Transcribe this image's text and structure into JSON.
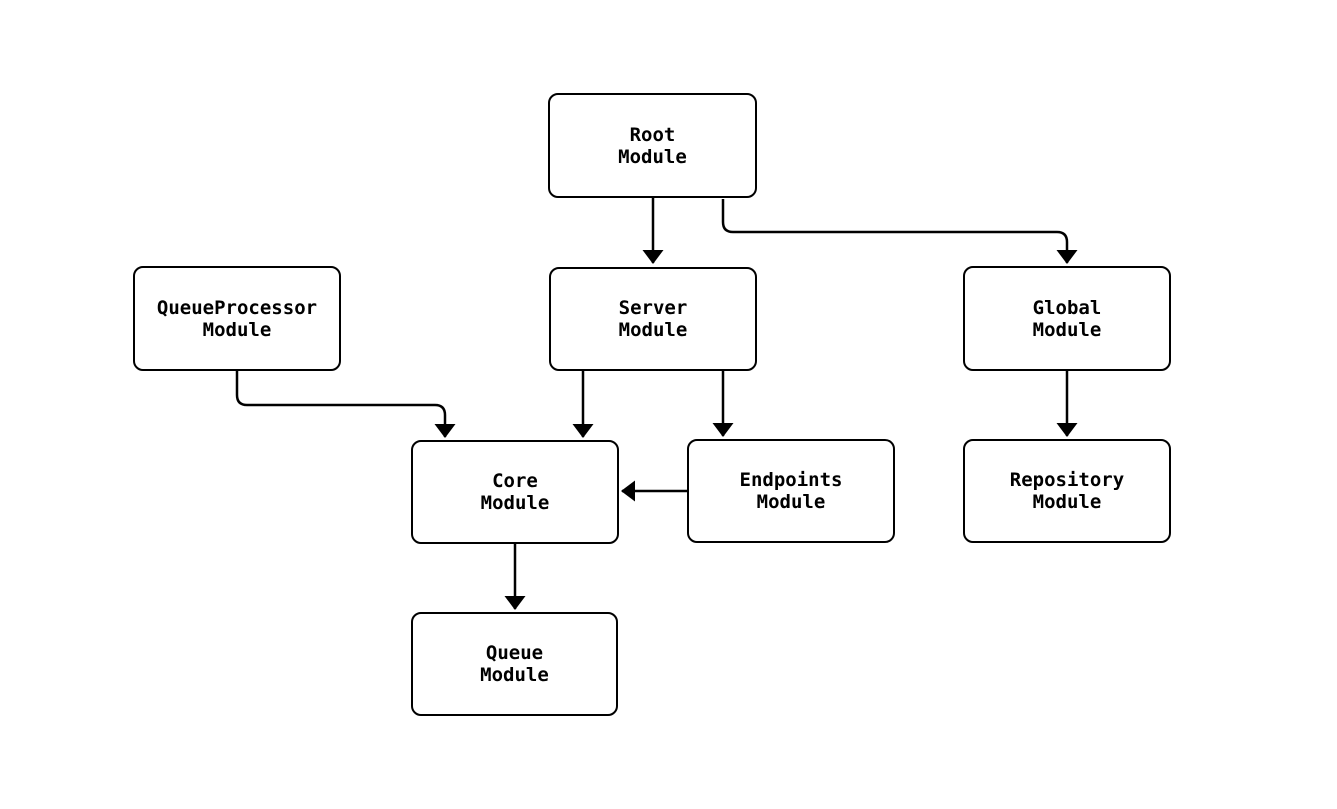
{
  "diagram": {
    "type": "flowchart",
    "title": "",
    "nodes": [
      {
        "id": "root",
        "label": "Root\nModule"
      },
      {
        "id": "queueprocessor",
        "label": "QueueProcessor\nModule"
      },
      {
        "id": "server",
        "label": "Server\nModule"
      },
      {
        "id": "global",
        "label": "Global\nModule"
      },
      {
        "id": "core",
        "label": "Core\nModule"
      },
      {
        "id": "endpoints",
        "label": "Endpoints\nModule"
      },
      {
        "id": "repository",
        "label": "Repository\nModule"
      },
      {
        "id": "queue",
        "label": "Queue\nModule"
      }
    ],
    "edges": [
      {
        "from": "root",
        "to": "server"
      },
      {
        "from": "root",
        "to": "global"
      },
      {
        "from": "queueprocessor",
        "to": "core"
      },
      {
        "from": "server",
        "to": "core"
      },
      {
        "from": "server",
        "to": "endpoints"
      },
      {
        "from": "endpoints",
        "to": "core"
      },
      {
        "from": "core",
        "to": "queue"
      },
      {
        "from": "global",
        "to": "repository"
      }
    ],
    "colors": {
      "background": "#ffffff",
      "node_fill": "#ffffff",
      "node_border": "#000000",
      "edge": "#000000",
      "text": "#000000"
    }
  }
}
